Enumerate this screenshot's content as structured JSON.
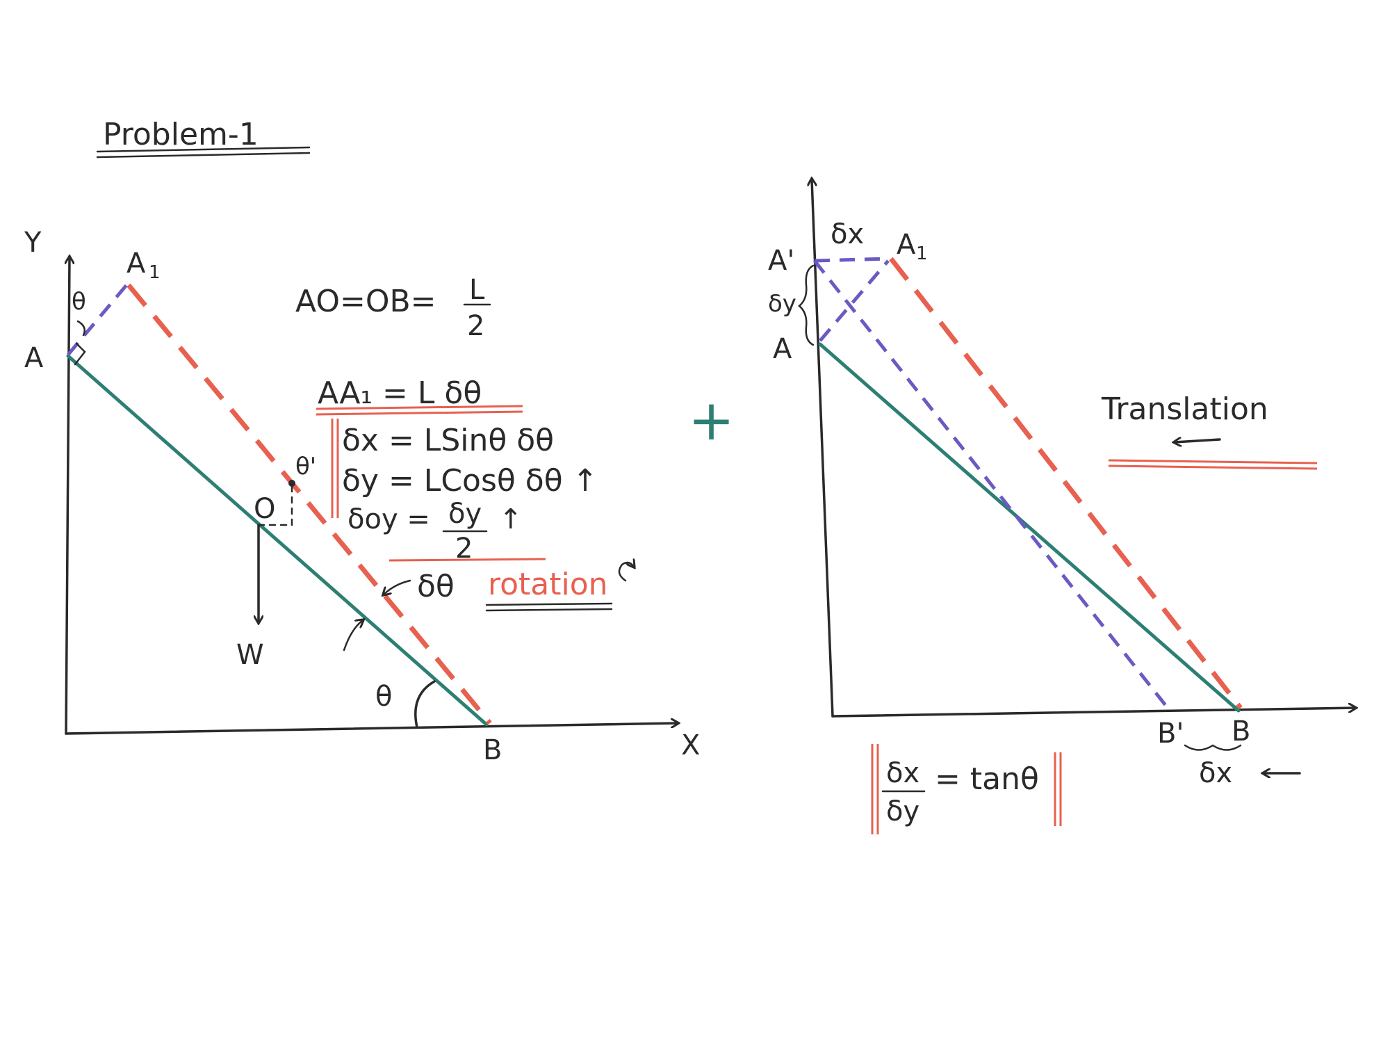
{
  "title": "Problem-1",
  "left_diagram": {
    "axis_y": "Y",
    "axis_x": "X",
    "point_a": "A",
    "point_a1": "A",
    "point_a1_sub": "1",
    "point_b": "B",
    "point_o": "O",
    "theta_top": "θ",
    "theta_prime": "θ'",
    "theta_bottom": "θ",
    "weight": "W",
    "geometry_eq": "AO=OB=",
    "geometry_frac_num": "L",
    "geometry_frac_den": "2",
    "aa1_eq": "AA₁ = L δθ",
    "dx_eq": "δx = LSinθ δθ",
    "dy_eq": "δy = LCosθ δθ ↑",
    "doy_eq_left": "δoy =",
    "doy_frac_num": "δy",
    "doy_frac_den": "2",
    "doy_arrow": "↑",
    "dtheta_label": "δθ",
    "rotation_label": "rotation"
  },
  "plus_sign": "+",
  "right_diagram": {
    "point_a_prime": "A'",
    "point_a": "A",
    "point_a1": "A",
    "point_a1_sub": "1",
    "dx_top": "δx",
    "dy_side": "δy",
    "point_b_prime": "B'",
    "point_b": "B",
    "dx_bottom": "δx",
    "translation_label": "Translation",
    "ratio_num": "δx",
    "ratio_den": "δy",
    "ratio_rhs": "= tanθ"
  },
  "colors": {
    "bar": "#2e7f73",
    "rotated": "#e8604f",
    "translated": "#6a5ac2",
    "ink": "#2a2a2a"
  }
}
